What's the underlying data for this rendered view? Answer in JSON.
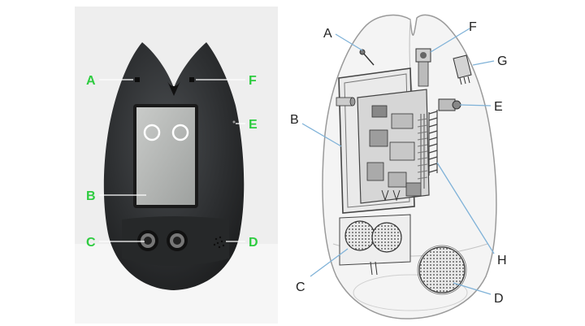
{
  "photo_panel": {
    "callouts": [
      {
        "letter": "A"
      },
      {
        "letter": "F"
      },
      {
        "letter": "E"
      },
      {
        "letter": "B"
      },
      {
        "letter": "C"
      },
      {
        "letter": "D"
      }
    ],
    "label_color": "#2ecc40"
  },
  "schematic_panel": {
    "callouts": [
      {
        "letter": "A"
      },
      {
        "letter": "F"
      },
      {
        "letter": "G"
      },
      {
        "letter": "B"
      },
      {
        "letter": "E"
      },
      {
        "letter": "H"
      },
      {
        "letter": "C"
      },
      {
        "letter": "D"
      }
    ],
    "line_color": "#7fb2d8",
    "label_color": "#222222"
  }
}
